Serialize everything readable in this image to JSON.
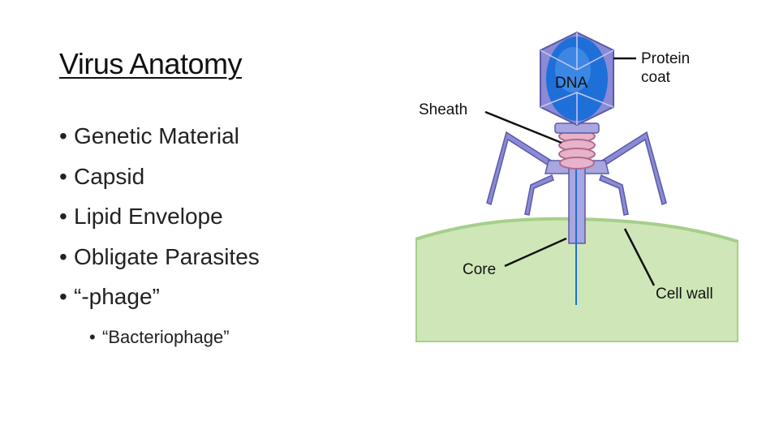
{
  "slide": {
    "title": "Virus Anatomy",
    "bullets": [
      {
        "text": "Genetic Material",
        "level": 1
      },
      {
        "text": "Capsid",
        "level": 1
      },
      {
        "text": "Lipid Envelope",
        "level": 1
      },
      {
        "text": "Obligate Parasites",
        "level": 1
      },
      {
        "text": "“-phage”",
        "level": 1
      },
      {
        "text": "“Bacteriophage”",
        "level": 2
      }
    ],
    "bullet_char": "•"
  },
  "diagram": {
    "labels": {
      "dna": "DNA",
      "protein_line1": "Protein",
      "protein_line2": "coat",
      "sheath": "Sheath",
      "core": "Core",
      "cell_wall": "Cell wall"
    },
    "colors": {
      "capsid": "#8a8ad6",
      "dna": "#1f6fd8",
      "sheath": "#d99ab8",
      "tail": "#a9a6e0",
      "cell": "#cfe7b8",
      "cell_edge": "#a6cf8a"
    }
  }
}
